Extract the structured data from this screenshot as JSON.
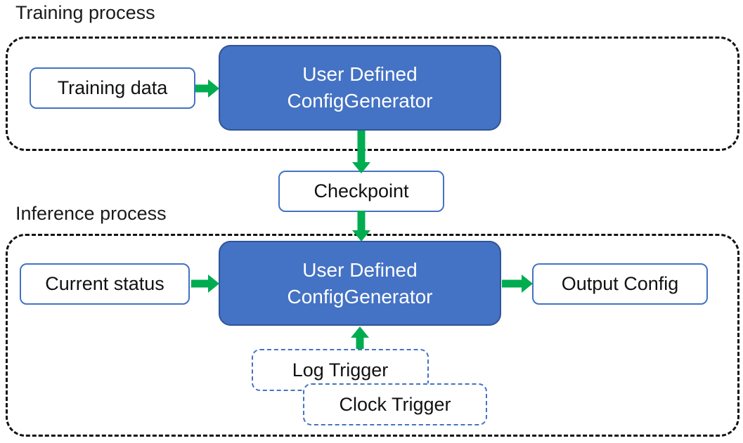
{
  "colors": {
    "blue_fill": "#4472C4",
    "blue_fill_border": "#2F5597",
    "thin_box_border": "#4472C4",
    "trigger_dash_border": "#4472C4",
    "container_dash": "#111111",
    "arrow_green": "#00AC50",
    "text_dark": "#111111",
    "text_light": "#ffffff"
  },
  "training": {
    "section_label": "Training process",
    "input_box_label": "Training data",
    "generator_line1": "User Defined",
    "generator_line2": "ConfigGenerator"
  },
  "checkpoint": {
    "label": "Checkpoint"
  },
  "inference": {
    "section_label": "Inference process",
    "input_box_label": "Current status",
    "generator_line1": "User Defined",
    "generator_line2": "ConfigGenerator",
    "output_box_label": "Output Config",
    "log_trigger_label": "Log Trigger",
    "clock_trigger_label": "Clock Trigger"
  }
}
